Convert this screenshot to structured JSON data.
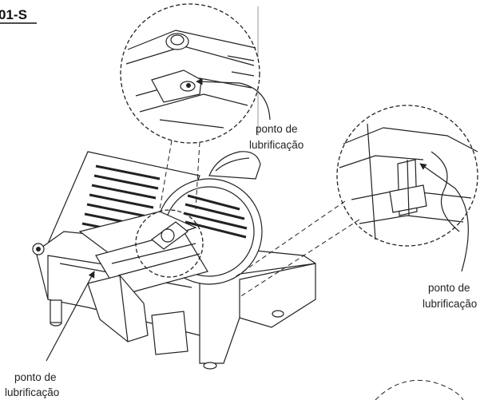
{
  "model_code": "01-S",
  "callouts": {
    "top": {
      "line1": "ponto de",
      "line2": "lubrificação"
    },
    "right": {
      "line1": "ponto de",
      "line2": "lubrificação"
    },
    "bottom_left": {
      "line1": "ponto de",
      "line2": "lubrificação"
    }
  }
}
